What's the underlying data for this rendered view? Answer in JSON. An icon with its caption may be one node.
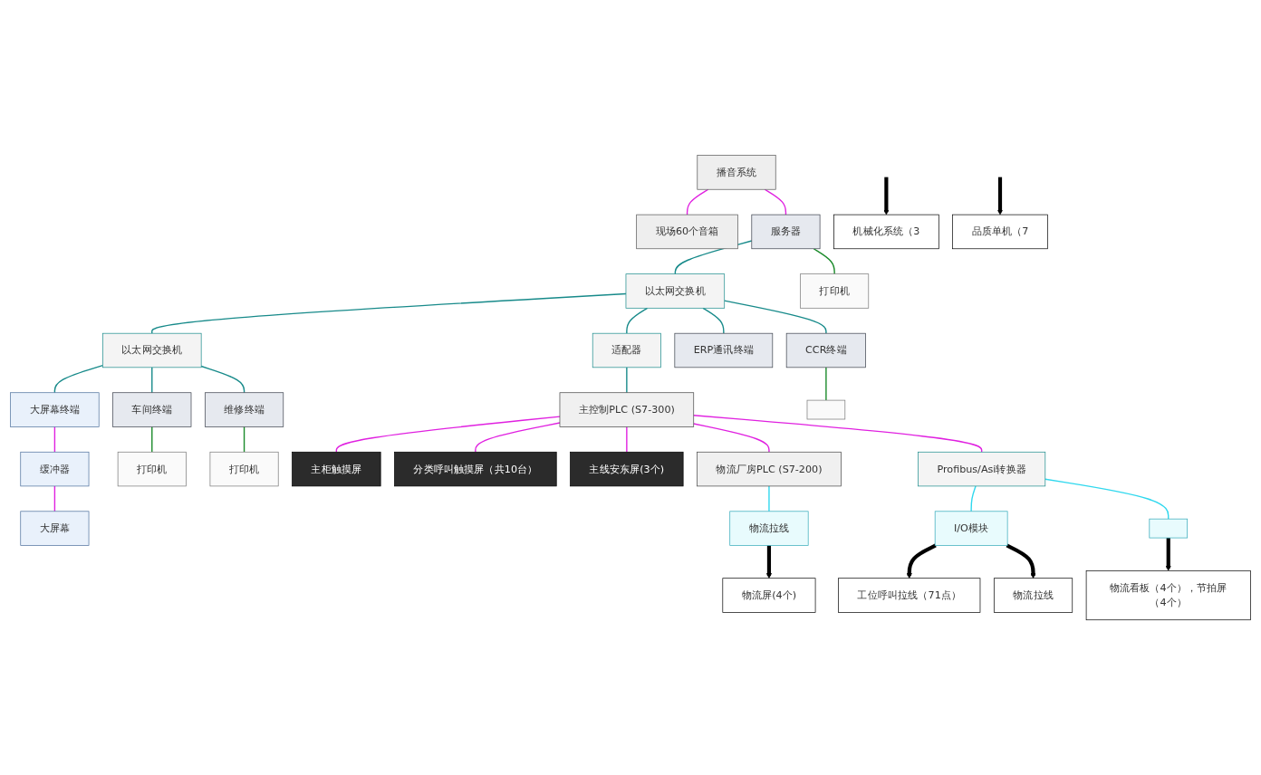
{
  "diagram": {
    "nodes": [
      {
        "text": [
          "播音系统"
        ]
      },
      {
        "text": [
          "现场60个音箱"
        ]
      },
      {
        "text": [
          "大屏幕终端"
        ]
      },
      {
        "text": [
          "缓冲器"
        ]
      },
      {
        "text": [
          "大屏幕"
        ]
      },
      {
        "text": [
          "以太网交换机"
        ]
      },
      {
        "text": [
          "以太网交换机"
        ]
      },
      {
        "text": [
          "服务器"
        ]
      },
      {
        "text": [
          "打印机"
        ]
      },
      {
        "text": [
          "适配器"
        ]
      },
      {
        "text": [
          "ERP通讯终端"
        ]
      },
      {
        "text": [
          "CCR终端"
        ]
      },
      {
        "text": [],
        "shape": "box"
      },
      {
        "text": [
          "车间终端"
        ]
      },
      {
        "text": [
          "打印机"
        ]
      },
      {
        "text": [
          "维修终端"
        ]
      },
      {
        "text": [
          "打印机"
        ]
      },
      {
        "text": [
          "主控制PLC (S7-300)"
        ]
      },
      {
        "text": [
          "主柜触摸屏"
        ]
      },
      {
        "text": [
          "分类呼叫触摸屏（共10台）"
        ]
      },
      {
        "text": [
          "主线安东屏(3个)"
        ]
      },
      {
        "text": [
          "物流厂房PLC (S7-200)"
        ]
      },
      {
        "text": [
          "Profibus/Asi转换器"
        ]
      },
      {
        "text": [
          "I/O模块"
        ]
      },
      {
        "text": [],
        "shape": "box"
      },
      {
        "text": [
          "物流拉线"
        ]
      },
      {
        "text": [
          "工位呼叫拉线（71点）"
        ]
      },
      {
        "text": [
          "物流拉线"
        ]
      },
      {
        "text": [
          "机械化系统（3"
        ]
      },
      {
        "text": [
          "品质单机（7"
        ]
      },
      {
        "text": [
          "物流看板（4个），节拍屏（4个）"
        ]
      },
      {
        "text": [
          "物流屏(4个)"
        ]
      }
    ],
    "edges": [
      {
        "from": 0,
        "to": 1,
        "arrow": "none",
        "color": "#e020e0"
      },
      {
        "from": 0,
        "to": 7,
        "arrow": "none",
        "color": "#e020e0"
      },
      {
        "from": 2,
        "to": 3,
        "arrow": "none",
        "color": "#e020e0"
      },
      {
        "from": 3,
        "to": 4,
        "arrow": "none",
        "color": "#e020e0"
      },
      {
        "from": 7,
        "to": 5,
        "arrow": "none",
        "color": "#178a8a"
      },
      {
        "from": 5,
        "to": 6,
        "arrow": "none",
        "color": "#178a8a"
      },
      {
        "from": 5,
        "to": 9,
        "arrow": "none",
        "color": "#178a8a"
      },
      {
        "from": 5,
        "to": 10,
        "arrow": "none",
        "color": "#178a8a"
      },
      {
        "from": 5,
        "to": 11,
        "arrow": "none",
        "color": "#178a8a"
      },
      {
        "from": 6,
        "to": 2,
        "arrow": "none",
        "color": "#178a8a"
      },
      {
        "from": 6,
        "to": 13,
        "arrow": "none",
        "color": "#178a8a"
      },
      {
        "from": 6,
        "to": 15,
        "arrow": "none",
        "color": "#178a8a"
      },
      {
        "from": 7,
        "to": 8,
        "arrow": "none",
        "color": "#1a8a2a"
      },
      {
        "from": 11,
        "to": 12,
        "arrow": "none",
        "color": "#1a8a2a"
      },
      {
        "from": 13,
        "to": 14,
        "arrow": "none",
        "color": "#1a8a2a"
      },
      {
        "from": 15,
        "to": 16,
        "arrow": "none",
        "color": "#1a8a2a"
      },
      {
        "from": 9,
        "to": 17,
        "arrow": "none",
        "color": "#178a8a"
      },
      {
        "from": 17,
        "to": 18,
        "arrow": "none",
        "color": "#e020e0"
      },
      {
        "from": 17,
        "to": 19,
        "arrow": "none",
        "color": "#e020e0"
      },
      {
        "from": 17,
        "to": 20,
        "arrow": "none",
        "color": "#e020e0"
      },
      {
        "from": 17,
        "to": 21,
        "arrow": "none",
        "color": "#e020e0"
      },
      {
        "from": 17,
        "to": 22,
        "arrow": "none",
        "color": "#e020e0"
      },
      {
        "from": 22,
        "to": 23,
        "arrow": "none",
        "color": "#30d8ee"
      },
      {
        "from": 22,
        "to": 24,
        "arrow": "none",
        "color": "#30d8ee"
      },
      {
        "from": 21,
        "to": 25,
        "arrow": "none",
        "color": "#30d8ee"
      },
      {
        "from": 23,
        "to": 26,
        "arrow": "to",
        "style": "thick",
        "color": "#000000"
      },
      {
        "from": 23,
        "to": 27,
        "arrow": "to",
        "style": "thick",
        "color": "#000000"
      },
      {
        "from": null,
        "to": 28,
        "arrow": "to",
        "style": "thick",
        "color": "#000000"
      },
      {
        "from": null,
        "to": 29,
        "arrow": "to",
        "style": "thick",
        "color": "#000000"
      },
      {
        "from": 24,
        "to": 30,
        "arrow": "to",
        "style": "thick",
        "color": "#000000"
      },
      {
        "from": 25,
        "to": 31,
        "arrow": "to",
        "style": "thick",
        "color": "#000000"
      }
    ]
  }
}
